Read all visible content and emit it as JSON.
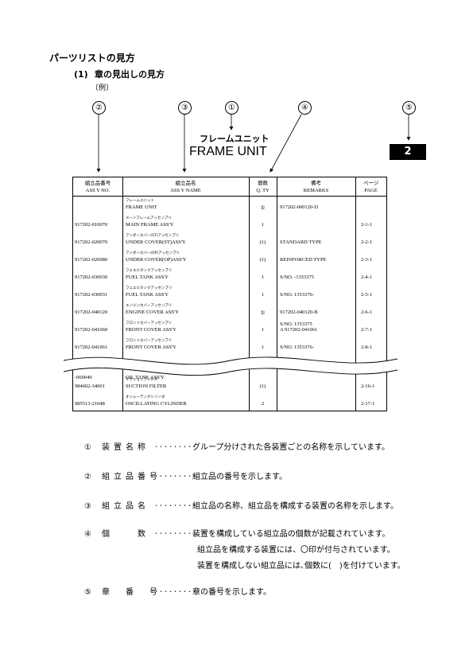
{
  "heading": "パーツリストの見方",
  "subheading": {
    "number": "(1)",
    "text": "章の見出しの見方"
  },
  "example_label": "〔例〕",
  "callouts": [
    "②",
    "③",
    "①",
    "④",
    "⑤"
  ],
  "frame_title_jp": "フレームユニット",
  "frame_title_en": "FRAME UNIT",
  "chapter_number": "2",
  "table": {
    "headers": [
      {
        "jp": "組立品番号",
        "en": "ASS Y NO."
      },
      {
        "jp": "組立品名",
        "en": "ASS Y NAME"
      },
      {
        "jp": "個数",
        "en": "Q. TY"
      },
      {
        "jp": "備考",
        "en": "REMARKS"
      },
      {
        "jp": "ページ",
        "en": "PAGE"
      }
    ],
    "rows": [
      {
        "no": "",
        "kana": "フレームユニット",
        "name": "FRAME UNIT",
        "qty": "①",
        "remarks": "917202-000120-D",
        "page": ""
      },
      {
        "no": "917202-010070",
        "kana": "メーンフレームアッセンブリ",
        "name": "MAIN FRAME ASS'Y",
        "qty": "1",
        "remarks": "",
        "page": "2-1-1"
      },
      {
        "no": "917202-020070",
        "kana": "アンダーカバー(ST)アッセンブリ",
        "name": "UNDER COVER(ST)ASS'Y",
        "qty": "(1)",
        "remarks": "STANDARD TYPE",
        "page": "2-2-1"
      },
      {
        "no": "917202-020080",
        "kana": "アンダーカバー(OP)アッセンブリ",
        "name": "UNDER COVER(OP)ASS'Y",
        "qty": "(1)",
        "remarks": "REINFORCED TYPE",
        "page": "2-3-1"
      },
      {
        "no": "917202-030030",
        "kana": "フェエルタンクアッセンブリ",
        "name": "FUEL TANK ASS'Y",
        "qty": "1",
        "remarks": "S/NO. -1353375",
        "page": "2-4-1"
      },
      {
        "no": "917202-030031",
        "kana": "フェエルタンクアッセンブリ",
        "name": "FUEL TANK ASS'Y",
        "qty": "1",
        "remarks": "S/NO. 1353376-",
        "page": "2-5-1"
      },
      {
        "no": "917202-040120",
        "kana": "エンジンカバーアッセンブリ",
        "name": "ENGINE COVER ASS'Y",
        "qty": "①",
        "remarks": "917202-040120-B",
        "page": "2-6-1"
      },
      {
        "no": "917202-041060",
        "kana": "フロントカバーアッセンブリ",
        "name": "FRONT COVER ASS'Y",
        "qty": "1",
        "remarks": "S/NO. 1353375",
        "remarks2": "A 917202-041061",
        "page": "2-7-1"
      },
      {
        "no": "917202-041061",
        "kana": "フロントカバーアッセンブリ",
        "name": "FRONT COVER ASS'Y",
        "qty": "1",
        "remarks": "S/NO. 1353376-",
        "page": "2-8-1"
      },
      {
        "no": "-060040",
        "kana": "",
        "name": "OIL TANK ASS'Y",
        "qty": "",
        "remarks": "",
        "page": ""
      },
      {
        "no": "984602-34001",
        "kana": "サクションフィルタ",
        "name": "SUCTION FILTER",
        "qty": "(1)",
        "remarks": "",
        "page": "2-16-1"
      },
      {
        "no": "985513-21048",
        "kana": "オシレーテングシリンダ",
        "name": "OSCILLATING CYLINDER",
        "qty": "2",
        "remarks": "",
        "page": "2-17-1"
      }
    ]
  },
  "descriptions": [
    {
      "mark": "①",
      "label": "装置名称",
      "dots": "･････････",
      "text": "グループ分けされた各装置ごとの名称を示しています。"
    },
    {
      "mark": "②",
      "label": "組立品番号",
      "dots": "･････････",
      "text": "組立品の番号を示します。"
    },
    {
      "mark": "③",
      "label": "組立品名",
      "dots": "･････････",
      "text": "組立品の名称、組立品を構成する装置の名称を示します。"
    },
    {
      "mark": "④",
      "label": "個　　数",
      "dots": "･････････",
      "text": "装置を構成している組立品の個数が記載されています。",
      "cont1": "組立品を構成する装置には、〇印が付与されています。",
      "cont2": "装置を構成しない組立品には､個数に(　)を付けています。"
    },
    {
      "mark": "⑤",
      "label": "章　番　号",
      "dots": "･････････",
      "text": "章の番号を示します。"
    }
  ]
}
